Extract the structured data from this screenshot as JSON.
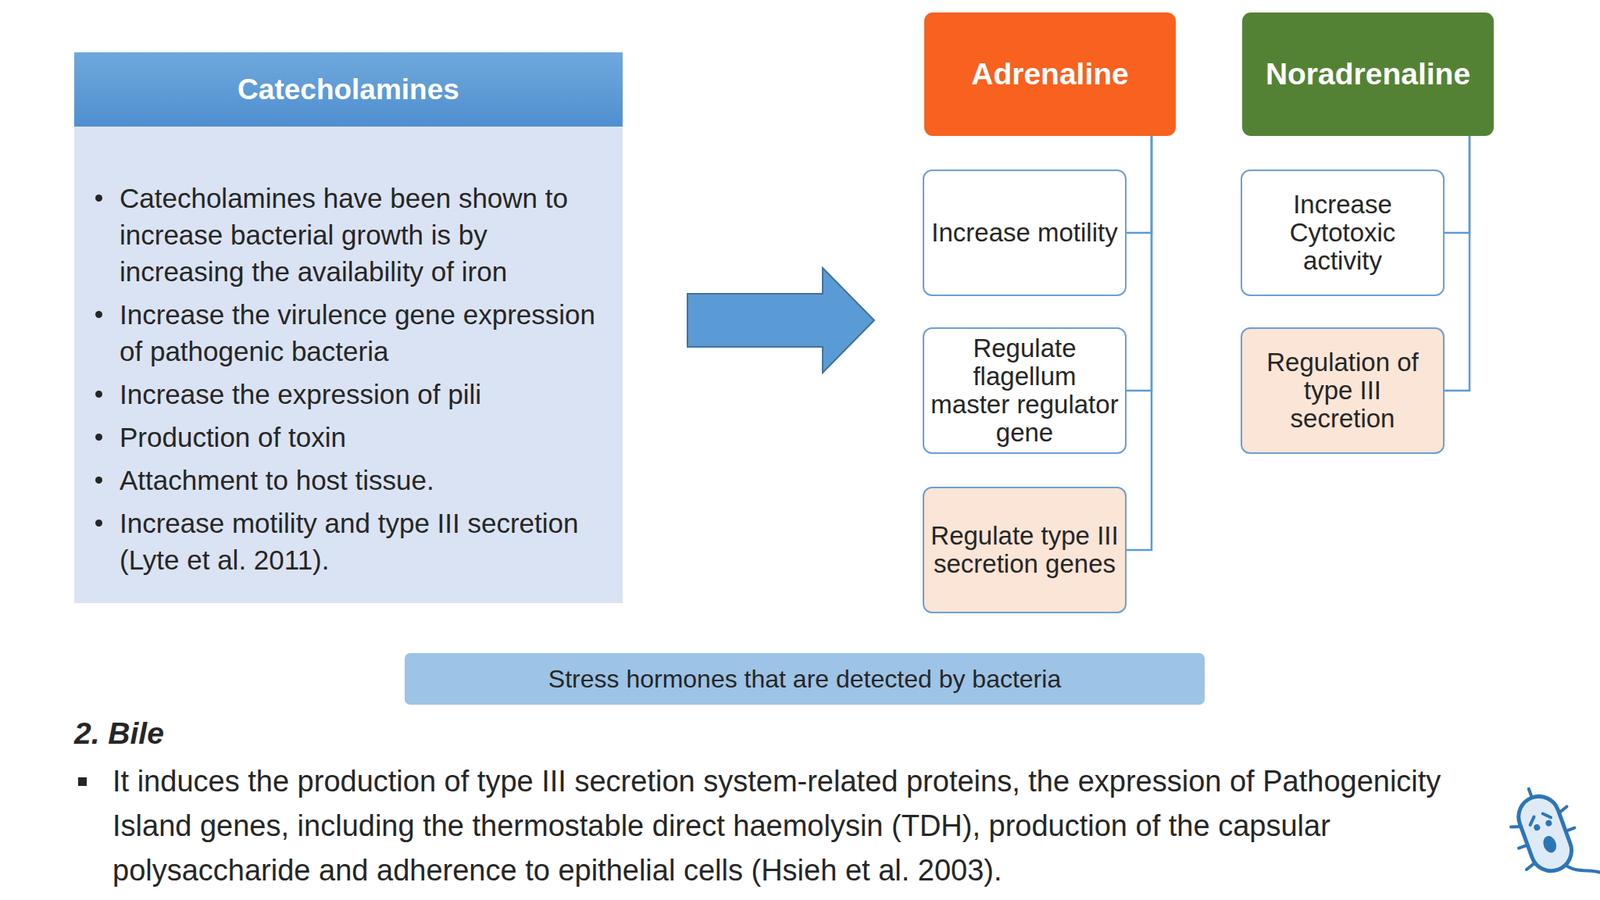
{
  "diagram": {
    "nodes": [
      {
        "text": [
          "Catecholamines",
          "Catecholamines have been shown to increase bacterial growth is by increasing the availability of iron",
          "Increase the virulence gene expression of pathogenic bacteria",
          "Increase the expression of pili",
          "Production of toxin",
          "Attachment to host tissue.",
          "Increase motility and type III secretion (Lyte et al. 2011)."
        ]
      },
      {
        "text": [
          "Adrenaline"
        ]
      },
      {
        "text": [
          "Increase motility"
        ]
      },
      {
        "text": [
          "Regulate flagellum master regulator gene"
        ]
      },
      {
        "text": [
          "Regulate type III secretion genes"
        ]
      },
      {
        "text": [
          "Noradrenaline"
        ]
      },
      {
        "text": [
          "Increase Cytotoxic activity"
        ]
      },
      {
        "text": [
          "Regulation of type III secretion"
        ]
      },
      {
        "text": [
          "Stress hormones that are detected by bacteria"
        ]
      }
    ],
    "edges": [
      {
        "from": 1,
        "to": 2,
        "arrow": "none"
      },
      {
        "from": 1,
        "to": 3,
        "arrow": "none"
      },
      {
        "from": 1,
        "to": 4,
        "arrow": "none"
      },
      {
        "from": 5,
        "to": 6,
        "arrow": "none"
      },
      {
        "from": 5,
        "to": 7,
        "arrow": "none"
      }
    ],
    "labels": [
      "2. Bile",
      "It induces the production of type III secretion system-related proteins, the expression of Pathogenicity Island genes, including the thermostable direct haemolysin (TDH), production of the capsular polysaccharide and adherence to epithelial cells (Hsieh et al. 2003)."
    ]
  }
}
